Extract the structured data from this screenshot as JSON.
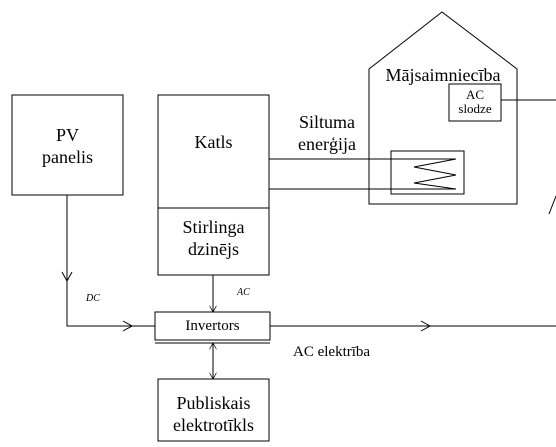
{
  "pv": {
    "line1": "PV",
    "line2": "panelis"
  },
  "boiler": {
    "label": "Katls"
  },
  "heat": {
    "line1": "Siltuma",
    "line2": "enerģija"
  },
  "stirling": {
    "line1": "Stirlinga",
    "line2": "dzinējs"
  },
  "household": {
    "label": "Mājsaimniecība"
  },
  "ac_load": {
    "line1": "AC",
    "line2": "slodze"
  },
  "dc_tag": "DC",
  "ac_tag": "AC",
  "inverter": {
    "label": "Invertors"
  },
  "ac_electricity": "AC elektrība",
  "grid": {
    "line1": "Publiskais",
    "line2": "elektrotīkls"
  }
}
